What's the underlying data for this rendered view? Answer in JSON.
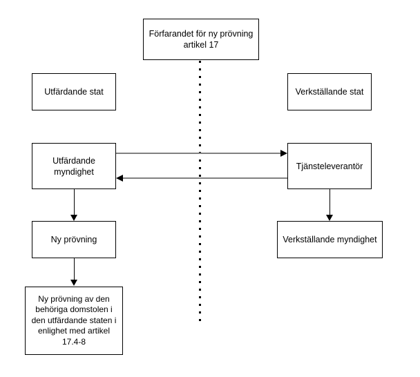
{
  "diagram": {
    "title": "Förfarandet för ny prövning artikel 17",
    "nodes": {
      "procedure": "Förfarandet för ny prövning artikel 17",
      "issuing_state": "Utfärdande stat",
      "executing_state": "Verkställande stat",
      "issuing_authority": "Utfärdande myndighet",
      "service_provider": "Tjänsteleverantör",
      "new_review": "Ny prövning",
      "executing_authority": "Verkställande myndighet",
      "court_review": "Ny prövning av den behöriga domstolen i den utfärdande staten i enlighet med artikel 17.4-8"
    },
    "colors": {
      "box_border": "#000000",
      "background": "#ffffff",
      "text": "#000000",
      "cross_border_arrow": "#808080",
      "vertical_arrow": "#000000",
      "divider": "#000000"
    }
  }
}
